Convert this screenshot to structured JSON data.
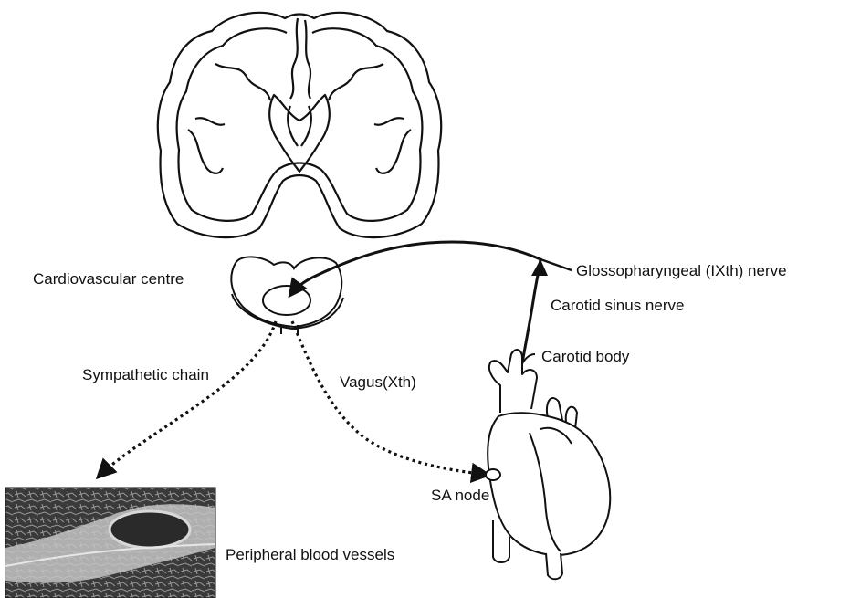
{
  "labels": {
    "cardiovascular_centre": "Cardiovascular centre",
    "glossopharyngeal": "Glossopharyngeal (IXth) nerve",
    "carotid_sinus_nerve": "Carotid sinus nerve",
    "carotid_body": "Carotid body",
    "sympathetic_chain": "Sympathetic chain",
    "vagus": "Vagus(Xth)",
    "sa_node": "SA node",
    "peripheral_vessels": "Peripheral blood vessels"
  },
  "colors": {
    "ink": "#111111",
    "paper": "#ffffff",
    "vessel_photo_dark": "#2a2a2a",
    "vessel_photo_light": "#bdbdbd"
  },
  "pathways": [
    {
      "name": "afferent",
      "style": "solid",
      "from": "carotid body",
      "to": "cardiovascular centre"
    },
    {
      "name": "sympathetic",
      "style": "dotted",
      "from": "cardiovascular centre",
      "to": "peripheral blood vessels"
    },
    {
      "name": "parasympathetic",
      "style": "dotted",
      "from": "cardiovascular centre",
      "to": "SA node"
    }
  ],
  "icons": [
    "brain-coronal-section",
    "medulla-section",
    "heart",
    "vessel-micrograph"
  ]
}
